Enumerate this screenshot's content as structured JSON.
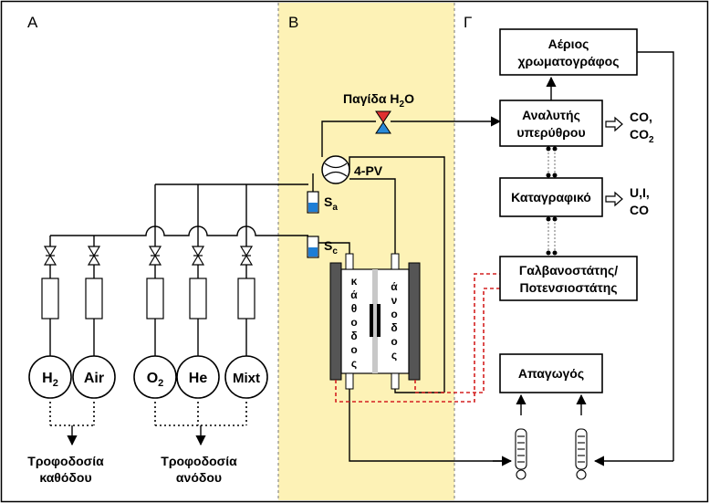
{
  "sections": {
    "a": "Α",
    "b": "Β",
    "c": "Γ"
  },
  "gases": [
    {
      "base": "H",
      "sub": "2"
    },
    {
      "base": "Air",
      "sub": ""
    },
    {
      "base": "O",
      "sub": "2"
    },
    {
      "base": "He",
      "sub": ""
    },
    {
      "base": "Mixt",
      "sub": ""
    }
  ],
  "feed": {
    "cathode_line1": "Τροφοδοσία",
    "cathode_line2": "καθόδου",
    "anode_line1": "Τροφοδοσία",
    "anode_line2": "ανόδου"
  },
  "trap": {
    "prefix": "Παγίδα H",
    "sub": "2",
    "suffix": "O"
  },
  "valve_label": "4-PV",
  "sa": {
    "base": "S",
    "sub": "a"
  },
  "sc": {
    "base": "S",
    "sub": "c"
  },
  "cell": {
    "cathode_letters": [
      "κ",
      "ά",
      "θ",
      "ο",
      "δ",
      "ο",
      "ς"
    ],
    "anode_letters": [
      "ά",
      "ν",
      "ο",
      "δ",
      "ο",
      "ς"
    ]
  },
  "boxes": {
    "gc_line1": "Αέριος",
    "gc_line2": "χρωματογράφος",
    "ir_line1": "Αναλυτής",
    "ir_line2": "υπερύθρου",
    "recorder": "Καταγραφικό",
    "galv_line1": "Γαλβανοστάτης/",
    "galv_line2": "Ποτενσιοστάτης",
    "exhaust": "Απαγωγός"
  },
  "outputs": {
    "ir_line1": "CO,",
    "ir_co2_base": "CO",
    "ir_co2_sub": "2",
    "rec_line1": "U,I,",
    "rec_line2": "CO"
  },
  "colors": {
    "panel": "#fdf2b6",
    "dashed_red": "#d32020",
    "trap_red": "#e03030",
    "trap_blue": "#2a8ad8",
    "sensor_blue": "#1e7ed6",
    "plate_gray": "#555555"
  }
}
